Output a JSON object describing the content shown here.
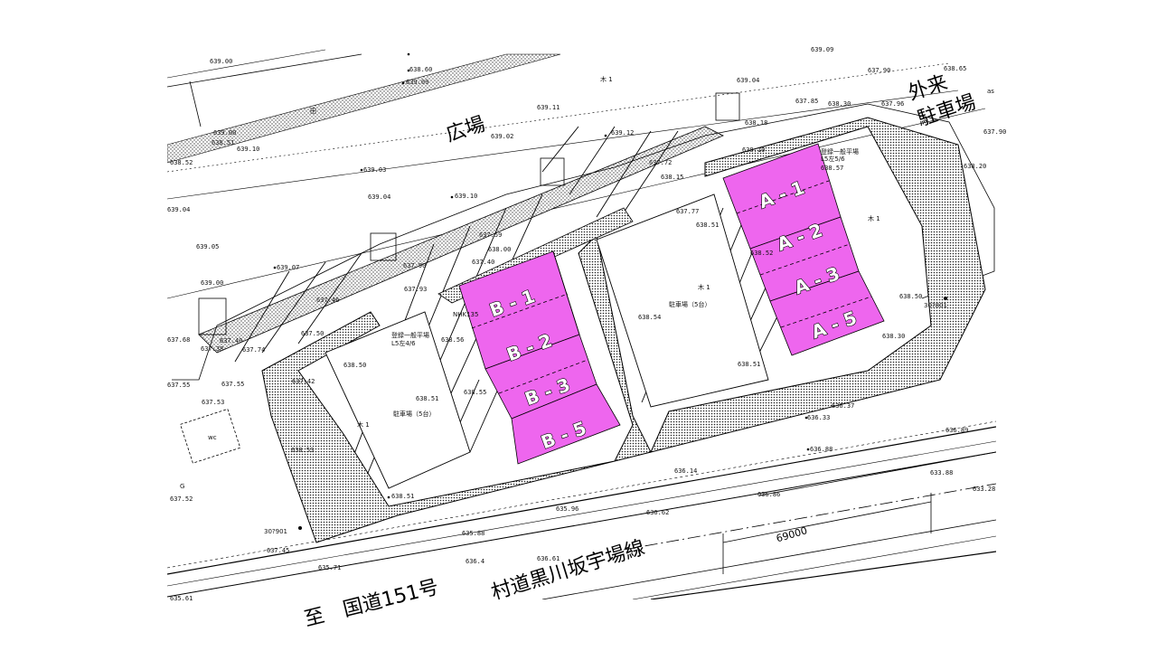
{
  "labels": {
    "plaza": "広場",
    "visitor_parking": "外来\n駐車場",
    "village_road": "村道黒川坂宇場線",
    "national_route": "至　国道151号",
    "dimension": "69000",
    "parking_center": "駐車場（5台）",
    "parking_left": "駐車場（5台）",
    "registration_right": "登録一般平場\nL5左5/6",
    "registration_left": "登録一般平場\nL5左4/6",
    "tree1": "木 1",
    "tree2": "木 1",
    "tree3": "木 1",
    "tree4": "木 1",
    "field": "田",
    "wc": "wc",
    "g_mark": "G",
    "mark_left": "30?901",
    "mark_right": "30?801",
    "nhk": "NHK135",
    "as": "as"
  },
  "bays_a": [
    "A - 1",
    "A - 2",
    "A - 3",
    "A - 5"
  ],
  "bays_b": [
    "B - 1",
    "B - 2",
    "B - 3",
    "B - 5"
  ],
  "elevations": [
    "639.00",
    "638.60",
    "639.09",
    "639.09",
    "637.90",
    "638.65",
    "639.04",
    "639.11",
    "639.00",
    "638.51",
    "639.10",
    "638.52",
    "639.02",
    "639.12",
    "637.72",
    "638.18",
    "637.85",
    "638.30",
    "637.96",
    "639.03",
    "639.04",
    "639.10",
    "638.15",
    "637.77",
    "638.57",
    "638.20",
    "639.04",
    "639.05",
    "639.00",
    "639.07",
    "637.46",
    "637.90",
    "637.93",
    "637.59",
    "638.00",
    "637.40",
    "638.51",
    "637.40",
    "637.38",
    "637.68",
    "637.74",
    "637.53",
    "637.50",
    "638.50",
    "638.56",
    "637.55",
    "637.55",
    "637.42",
    "638.51",
    "638.55",
    "638.54",
    "638.51",
    "636.33",
    "636.37",
    "636.89",
    "636.88",
    "636.14",
    "638.51",
    "635.96",
    "635.88",
    "636.86",
    "633.88",
    "633.28",
    "637.52",
    "637.45",
    "635.71",
    "636.61",
    "636.4",
    "635.61",
    "638.50",
    "638.30",
    "638.53",
    "638.10",
    "637.90",
    "638.52",
    "636.62"
  ],
  "colors": {
    "bay_fill": "#ee66ee",
    "bay_stroke": "#000000",
    "line": "#000000",
    "background": "#ffffff"
  }
}
